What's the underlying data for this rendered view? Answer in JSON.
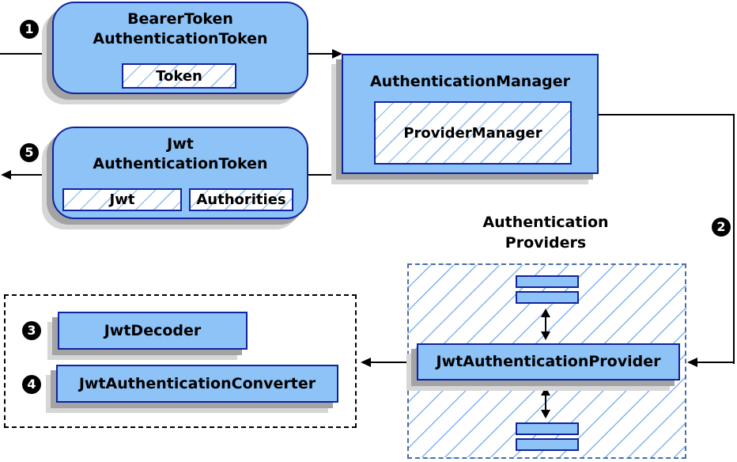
{
  "colors": {
    "node_fill": "#8DC3F7",
    "node_stroke": "#10239E",
    "hatch_big": "#7FB3F0",
    "hatch_chip": "#9DC4F0",
    "dashed_blue": "#4A6DA8",
    "shadow_dark": "#A3A3A3",
    "shadow_light": "#D6D6D6",
    "arrow": "#000000",
    "badge_bg": "#000000",
    "badge_fg": "#FFFFFF"
  },
  "badges": {
    "step1": "1",
    "step2": "2",
    "step3": "3",
    "step4": "4",
    "step5": "5"
  },
  "nodes": {
    "bearer_token": {
      "title_line1": "BearerToken",
      "title_line2": "AuthenticationToken",
      "chip": "Token"
    },
    "authentication_manager": {
      "title": "AuthenticationManager",
      "chip": "ProviderManager"
    },
    "jwt_authentication_token": {
      "title_line1": "Jwt",
      "title_line2": "AuthenticationToken",
      "chip_jwt": "Jwt",
      "chip_authorities": "Authorities"
    },
    "providers_group": {
      "label_line1": "Authentication",
      "label_line2": "Providers"
    },
    "jwt_authentication_provider": {
      "title": "JwtAuthenticationProvider"
    },
    "jwt_decoder": {
      "title": "JwtDecoder"
    },
    "jwt_authentication_converter": {
      "title": "JwtAuthenticationConverter"
    }
  }
}
